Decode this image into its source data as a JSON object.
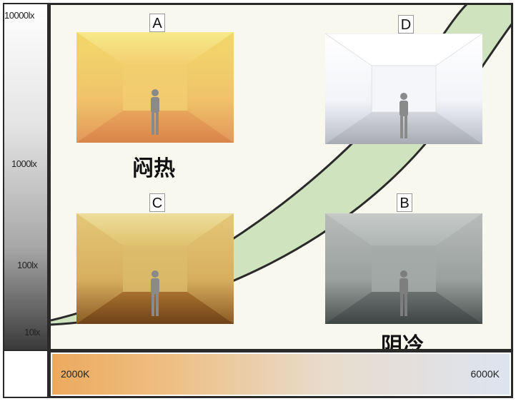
{
  "illuminance_axis": {
    "ticks": [
      "10000lx",
      "1000lx",
      "100lx",
      "10lx"
    ]
  },
  "color_temperature_axis": {
    "min_label": "2000K",
    "max_label": "6000K"
  },
  "rooms": [
    {
      "id": "A",
      "letter": "A",
      "caption": "闷热",
      "tone": "warm-bright"
    },
    {
      "id": "C",
      "letter": "C",
      "caption": "",
      "tone": "warm-dim"
    },
    {
      "id": "D",
      "letter": "D",
      "caption": "",
      "tone": "cool-bright"
    },
    {
      "id": "B",
      "letter": "B",
      "caption": "阴冷",
      "tone": "cool-dim"
    }
  ],
  "colors": {
    "comfort_zone": "#cfe3bf",
    "frame": "#2a2a2a",
    "warm": "#ecaa5e",
    "cool": "#dde4f0"
  }
}
